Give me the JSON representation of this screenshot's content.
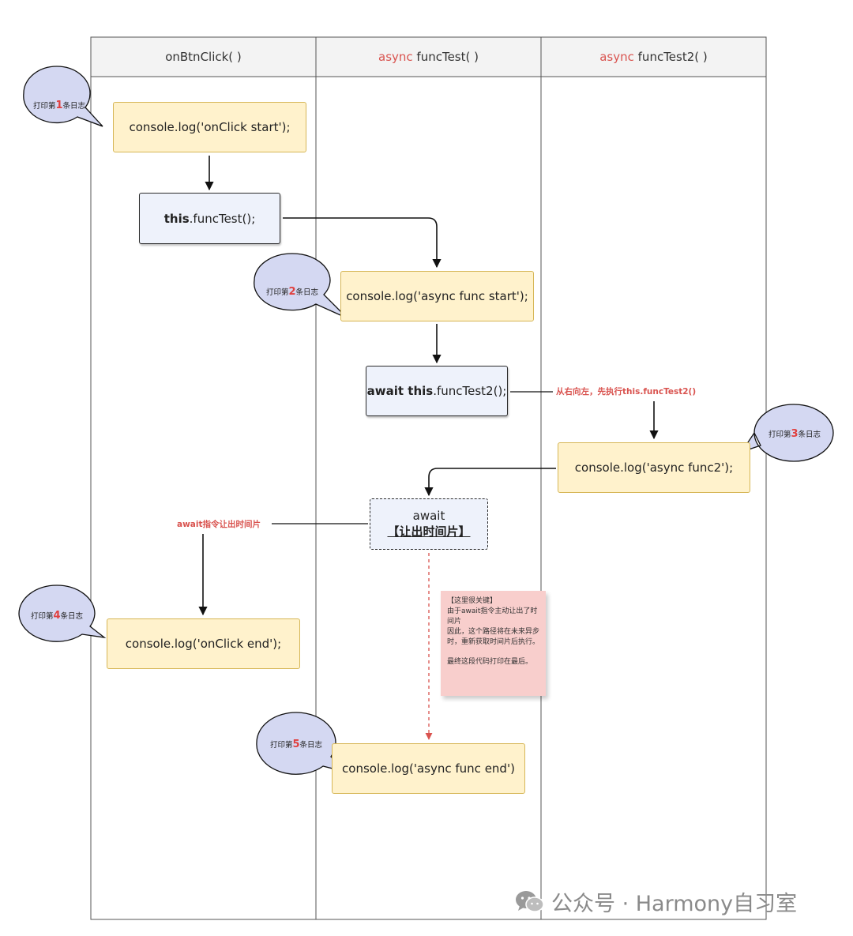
{
  "lanes": [
    {
      "prefix": "",
      "name": "onBtnClick( )"
    },
    {
      "prefix": "async",
      "name": "funcTest( )"
    },
    {
      "prefix": "async",
      "name": "funcTest2( )"
    }
  ],
  "nodes": {
    "onclick_start": "console.log('onClick start');",
    "call_functest_kw": "this",
    "call_functest_rest": ".funcTest();",
    "async_func_start": "console.log('async func start');",
    "await_call_kw": "await this",
    "await_call_rest": ".funcTest2();",
    "async_func2": "console.log('async func2');",
    "await_word": "await",
    "await_label": "【让出时间片】",
    "onclick_end": "console.log('onClick end');",
    "async_func_end": "console.log('async func end')"
  },
  "bubbles": [
    {
      "pre": "打印第",
      "num": "1",
      "post": "条日志"
    },
    {
      "pre": "打印第",
      "num": "2",
      "post": "条日志"
    },
    {
      "pre": "打印第",
      "num": "3",
      "post": "条日志"
    },
    {
      "pre": "打印第",
      "num": "4",
      "post": "条日志"
    },
    {
      "pre": "打印第",
      "num": "5",
      "post": "条日志"
    }
  ],
  "labels": {
    "right_to_left": "从右向左，先执行this.funcTest2()",
    "yield": "await指令让出时间片"
  },
  "note": {
    "line1": "【这里很关键】",
    "line2": "由于await指令主动让出了时间片",
    "line3": "因此，这个路径将在未来异步时，重新获取时间片后执行。",
    "line4": "最终这段代码打印在最后。"
  },
  "watermark": {
    "text": "公众号 · Harmony自习室",
    "icon": "wechat-icon"
  },
  "colors": {
    "keyword": "#d9534f",
    "node_yellow_fill": "#fff2cc",
    "node_yellow_border": "#d6b656",
    "node_blue_fill": "#eef2fb",
    "bubble_fill": "#d4d8f2",
    "note_fill": "#f8cecc"
  }
}
